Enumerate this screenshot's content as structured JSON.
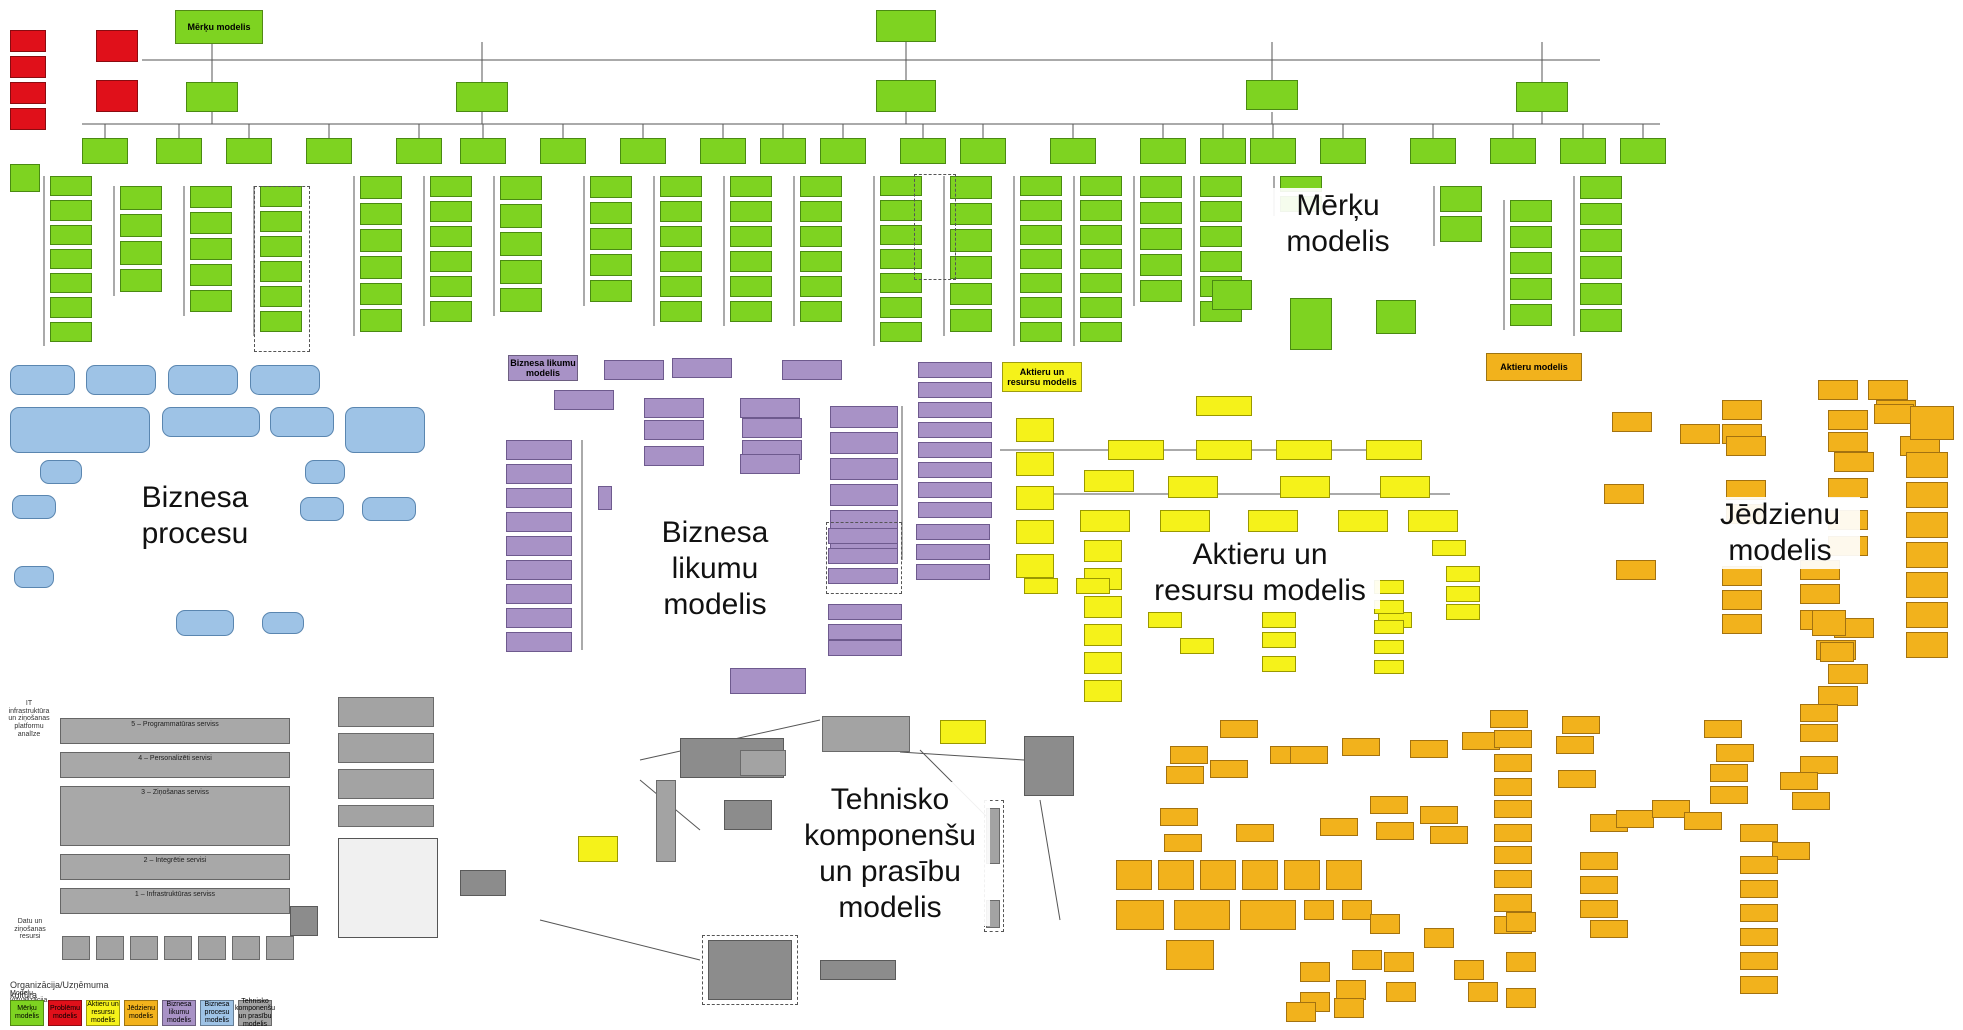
{
  "labels": {
    "merku": "Mērķu\nmodelis",
    "biznesa_procesu": "Biznesa\nprocesu",
    "biznesa_likumu": "Biznesa\nlikumu\nmodelis",
    "aktieru": "Aktieru un\nresursu  modelis",
    "jedzienu": "Jēdzienu\nmodelis",
    "tehnisko": "Tehnisko\nkomponenšu\nun prasību\nmodelis"
  },
  "tags": {
    "merku_models": "Mērķu modelis",
    "biznesa_likumu_models": "Biznesa likumu modelis",
    "aktieru_models": "Aktieru un resursu modelis",
    "aktieru_models_orange": "Aktieru modelis"
  },
  "legend": {
    "title": "Organizācija/Uzņēmuma kultūra",
    "subtitle": "Modeļu vizualizācija",
    "items": [
      {
        "label": "Mērķu modelis",
        "color": "#7ed321"
      },
      {
        "label": "Problēmu modelis",
        "color": "#e0101a"
      },
      {
        "label": "Aktieru un resursu modelis",
        "color": "#f5f21a"
      },
      {
        "label": "Jēdzienu modelis",
        "color": "#f2b21c"
      },
      {
        "label": "Biznesa likumu modelis",
        "color": "#a892c6"
      },
      {
        "label": "Biznesa procesu modelis",
        "color": "#9ec3e6"
      },
      {
        "label": "Tehnisko komponenšu un prasību modelis",
        "color": "#a3a3a3"
      }
    ]
  },
  "tech_layers": [
    "5 – Programmatūras serviss",
    "4 – Personalizēti servisi",
    "3 – Ziņošanas serviss",
    "2 – Integrētie servisi",
    "1 – Infrastruktūras serviss"
  ],
  "tech_side": {
    "top": "IT infrastruktūra un ziņošanas platformu analīze",
    "bottom": "Datu un ziņošanas resursi"
  },
  "colors": {
    "goal": "#7ed321",
    "problem": "#e0101a",
    "actor": "#f5f21a",
    "concept": "#f2b21c",
    "rule": "#a892c6",
    "process": "#9ec3e6",
    "tech": "#a3a3a3"
  }
}
